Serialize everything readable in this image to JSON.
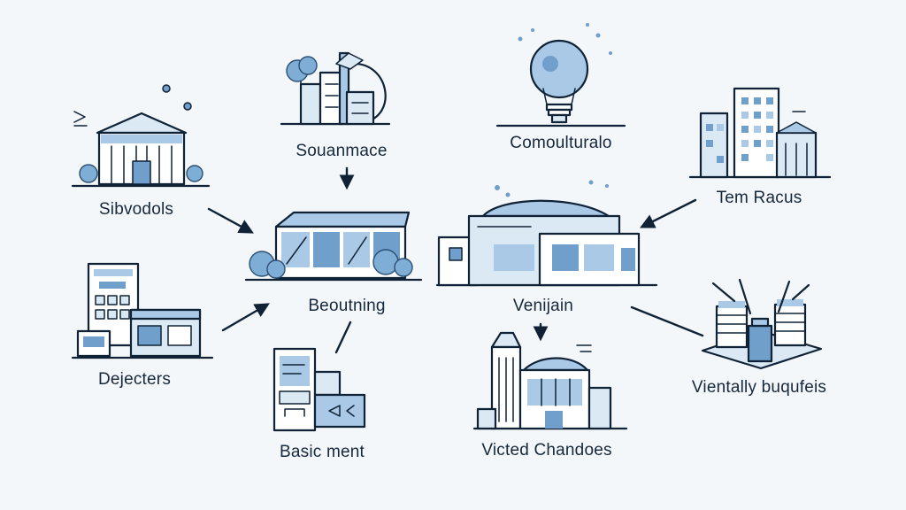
{
  "nodes": {
    "sibvodols": {
      "label": "Sibvodols"
    },
    "souanmace": {
      "label": "Souanmace"
    },
    "comoulturalo": {
      "label": "Comoulturalo"
    },
    "tem_racus": {
      "label": "Tem Racus"
    },
    "beoutning": {
      "label": "Beoutning"
    },
    "venijain": {
      "label": "Venijain"
    },
    "dejecters": {
      "label": "Dejecters"
    },
    "basic_ment": {
      "label": "Basic ment"
    },
    "victed_chandoes": {
      "label": "Victed Chandoes"
    },
    "vientally_buqufeis": {
      "label": "Vientally buqufeis"
    }
  },
  "colors": {
    "outline": "#0f2236",
    "light_blue": "#a9c9e6",
    "mid_blue": "#6f9fca",
    "pale_blue": "#dbe9f5",
    "background": "#f4f7fa"
  }
}
